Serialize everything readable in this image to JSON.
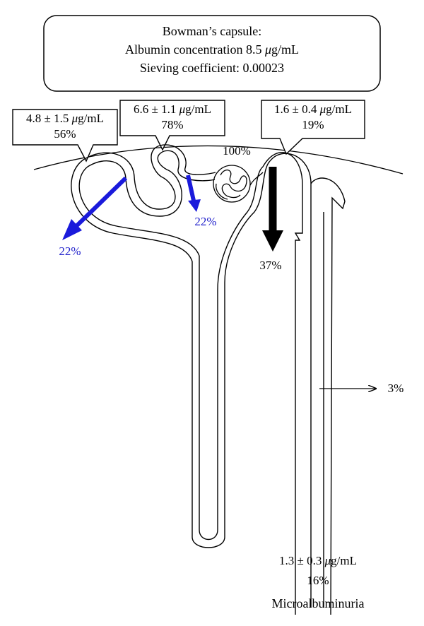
{
  "header": {
    "line1": "Bowman’s capsule:",
    "line2_prefix": "Albumin concentration 8.5 ",
    "unit_mu": "μ",
    "unit_rest": "g/mL",
    "line3": "Sieving coefficient: 0.00023"
  },
  "callouts": [
    {
      "value": "4.8 ± 1.5 ",
      "percent": "56%"
    },
    {
      "value": "6.6 ± 1.1 ",
      "percent": "78%"
    },
    {
      "value": "1.6 ± 0.4 ",
      "percent": "19%"
    }
  ],
  "labels": {
    "glomerulus_pct": "100%",
    "arrow_black_pct": "37%",
    "arrow_blue_left_pct": "22%",
    "arrow_blue_right_pct": "22%",
    "arrow_side_pct": "3%",
    "bottom_value": "1.3 ± 0.3 ",
    "bottom_pct": "16%",
    "bottom_caption": "Microalbuminuria"
  },
  "colors": {
    "blue_arrow": "#1a1adb",
    "blue_text": "#2222cc",
    "black_arrow": "#000000"
  }
}
